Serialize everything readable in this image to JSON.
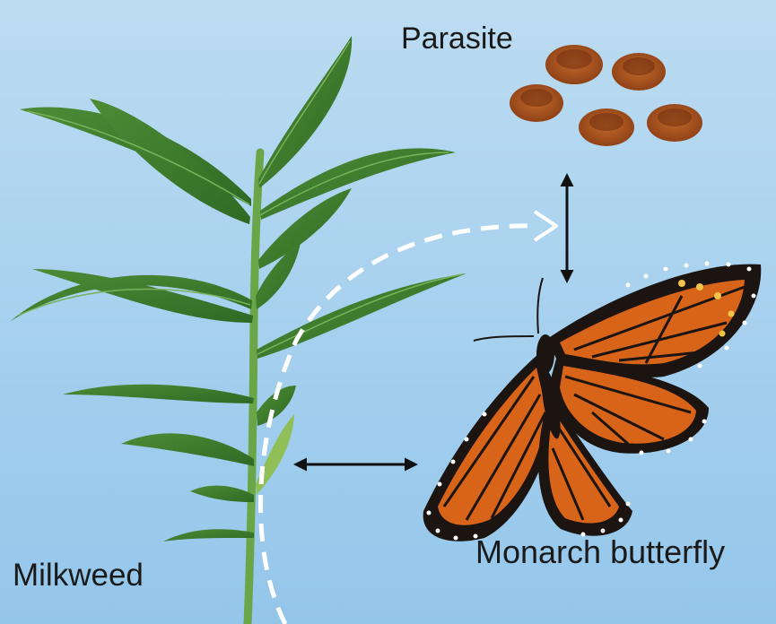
{
  "labels": {
    "parasite": "Parasite",
    "monarch": "Monarch butterfly",
    "milkweed": "Milkweed"
  },
  "colors": {
    "background": "#a9d2ef",
    "leaf": "#3c7a2f",
    "stem": "#6aa548",
    "parasite": "#a24e1c",
    "wing_orange": "#d8641a",
    "wing_black": "#1b1410",
    "arrow": "#111111",
    "dashed_path": "#ffffff"
  },
  "icons": {
    "plant": "milkweed-plant-icon",
    "butterfly": "monarch-butterfly-icon",
    "parasite": "parasite-spore-icon"
  }
}
